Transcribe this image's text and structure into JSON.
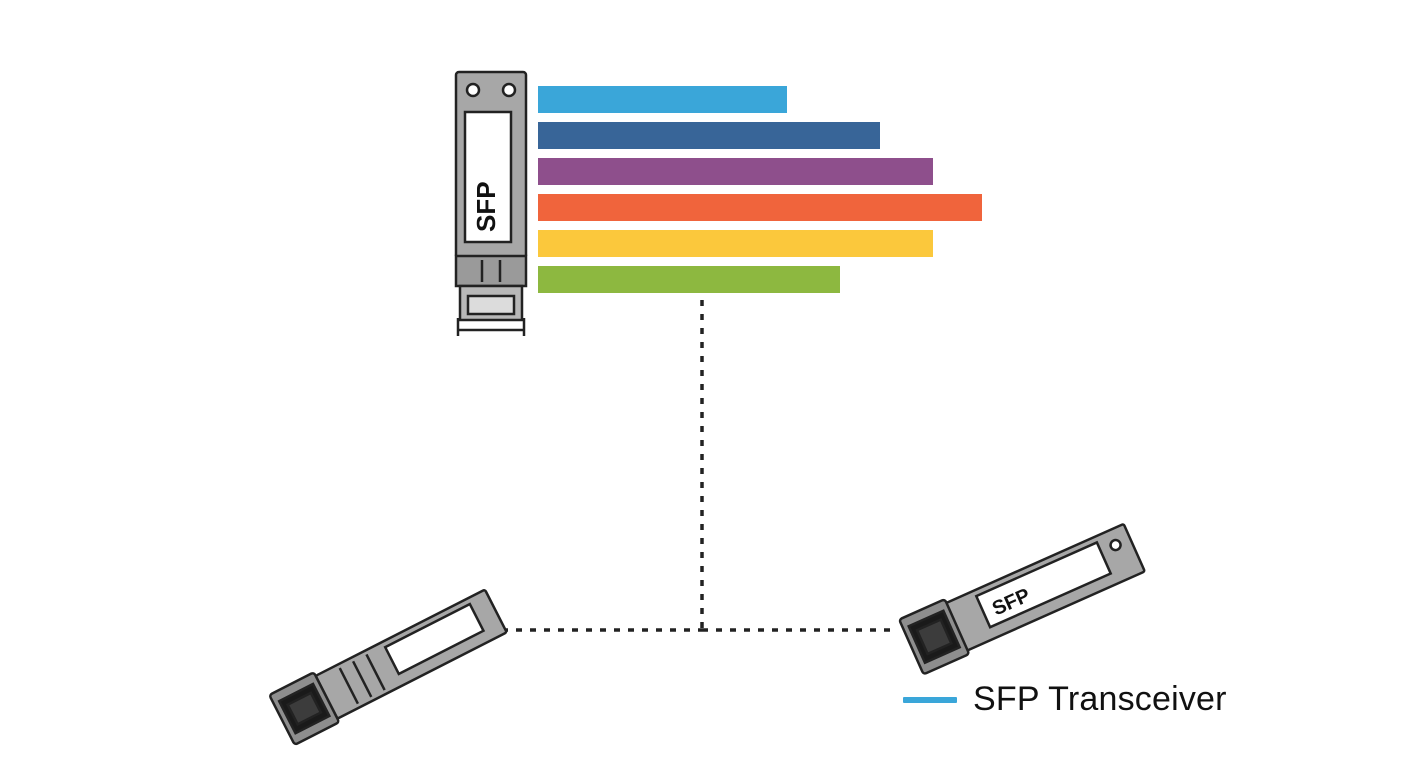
{
  "colors": {
    "bars": [
      "#3aa6d9",
      "#386598",
      "#8e4f8c",
      "#f0643c",
      "#fbc83c",
      "#8db840"
    ],
    "module_fill": "#a7a7a7",
    "module_dark": "#5a5a5a",
    "outline": "#222222",
    "label_bg": "#ffffff",
    "legend_swatch": "#3aa6d9"
  },
  "bars": {
    "relative_lengths": [
      0.56,
      0.77,
      0.89,
      1.0,
      0.89,
      0.68
    ]
  },
  "modules": {
    "top_label": "SFP",
    "right_label": "SFP"
  },
  "legend": {
    "label": "SFP Transceiver",
    "icon": "line-swatch"
  }
}
